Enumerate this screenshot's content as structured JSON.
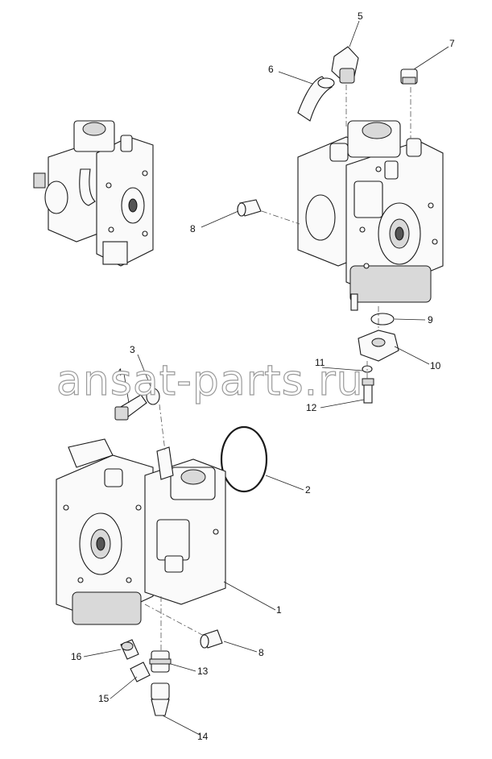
{
  "watermark": "ansat-parts.ru",
  "callouts": {
    "c1": "1",
    "c2": "2",
    "c3": "3",
    "c4": "4",
    "c5": "5",
    "c6": "6",
    "c7": "7",
    "c8a": "8",
    "c8b": "8",
    "c9": "9",
    "c10": "10",
    "c11": "11",
    "c12": "12",
    "c13": "13",
    "c14": "14",
    "c15": "15",
    "c16": "16"
  }
}
